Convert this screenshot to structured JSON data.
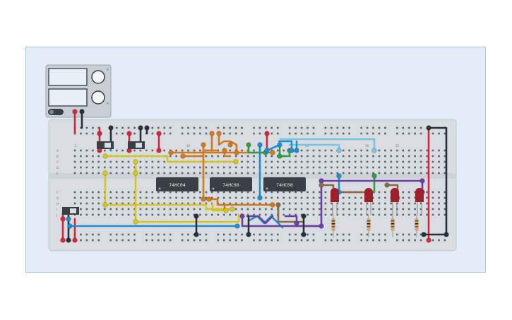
{
  "breadboard": {
    "column_numbers": [
      "1",
      "20",
      "40",
      "50",
      "55"
    ],
    "row_letters_top": [
      "A",
      "B",
      "C",
      "D",
      "E"
    ],
    "row_letters_bottom": [
      "F",
      "G",
      "H",
      "I",
      "J"
    ],
    "chips": [
      "74HC04",
      "74HC08",
      "74HC08"
    ]
  },
  "power_supply": {
    "knob_labels": [
      "V",
      "A"
    ]
  },
  "colors": {
    "canvas": "#e2edf9",
    "board": "#d9dde1",
    "chip": "#3a3f45",
    "wire_red": "#d2283e",
    "wire_black": "#26313a",
    "wire_yellow": "#d4c61e",
    "wire_orange": "#d07a1e",
    "wire_blue": "#1c8fd0",
    "wire_light_blue": "#7cc3e0",
    "wire_green": "#2f9e44",
    "wire_purple": "#6c3fa8",
    "wire_brown": "#8b6a45",
    "led": "#9c1f2a"
  },
  "icons": [
    "power-supply-icon",
    "switch-icon",
    "led-icon",
    "resistor-icon",
    "chip-icon"
  ]
}
